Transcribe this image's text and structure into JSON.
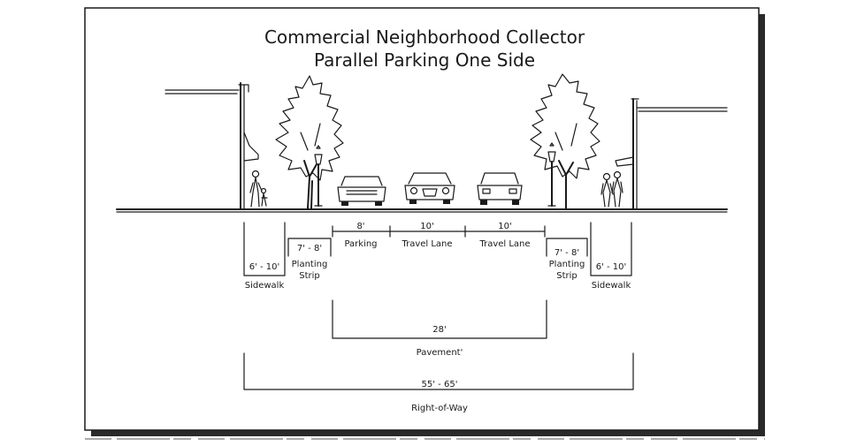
{
  "title": {
    "line1": "Commercial Neighborhood Collector",
    "line2": "Parallel Parking One Side"
  },
  "dimensions": {
    "parking": "8'",
    "travel_lane_left": "10'",
    "travel_lane_right": "10'",
    "planting_left": "7' - 8'",
    "planting_right": "7' - 8'",
    "sidewalk_left": "6' - 10'",
    "sidewalk_right": "6' - 10'",
    "pavement": "28'",
    "right_of_way": "55' - 65'"
  },
  "labels": {
    "parking": "Parking",
    "travel_lane_left": "Travel Lane",
    "travel_lane_right": "Travel Lane",
    "planting_left_1": "Planting",
    "planting_left_2": "Strip",
    "planting_right_1": "Planting",
    "planting_right_2": "Strip",
    "sidewalk_left": "Sidewalk",
    "sidewalk_right": "Sidewalk",
    "pavement": "Pavement'",
    "right_of_way": "Right-of-Way"
  }
}
